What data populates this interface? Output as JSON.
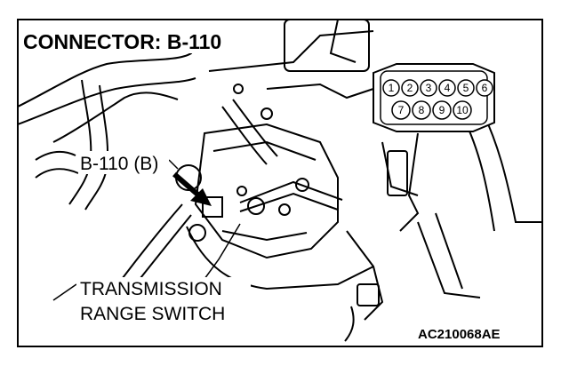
{
  "diagram": {
    "title": "CONNECTOR: B-110",
    "connector_callout": "B-110 (B)",
    "component_label_line1": "TRANSMISSION",
    "component_label_line2": "RANGE SWITCH",
    "figure_code": "AC210068AE",
    "connector_pins": {
      "top_row": [
        "1",
        "2",
        "3",
        "4",
        "5",
        "6"
      ],
      "bottom_row": [
        "7",
        "8",
        "9",
        "10"
      ]
    }
  }
}
